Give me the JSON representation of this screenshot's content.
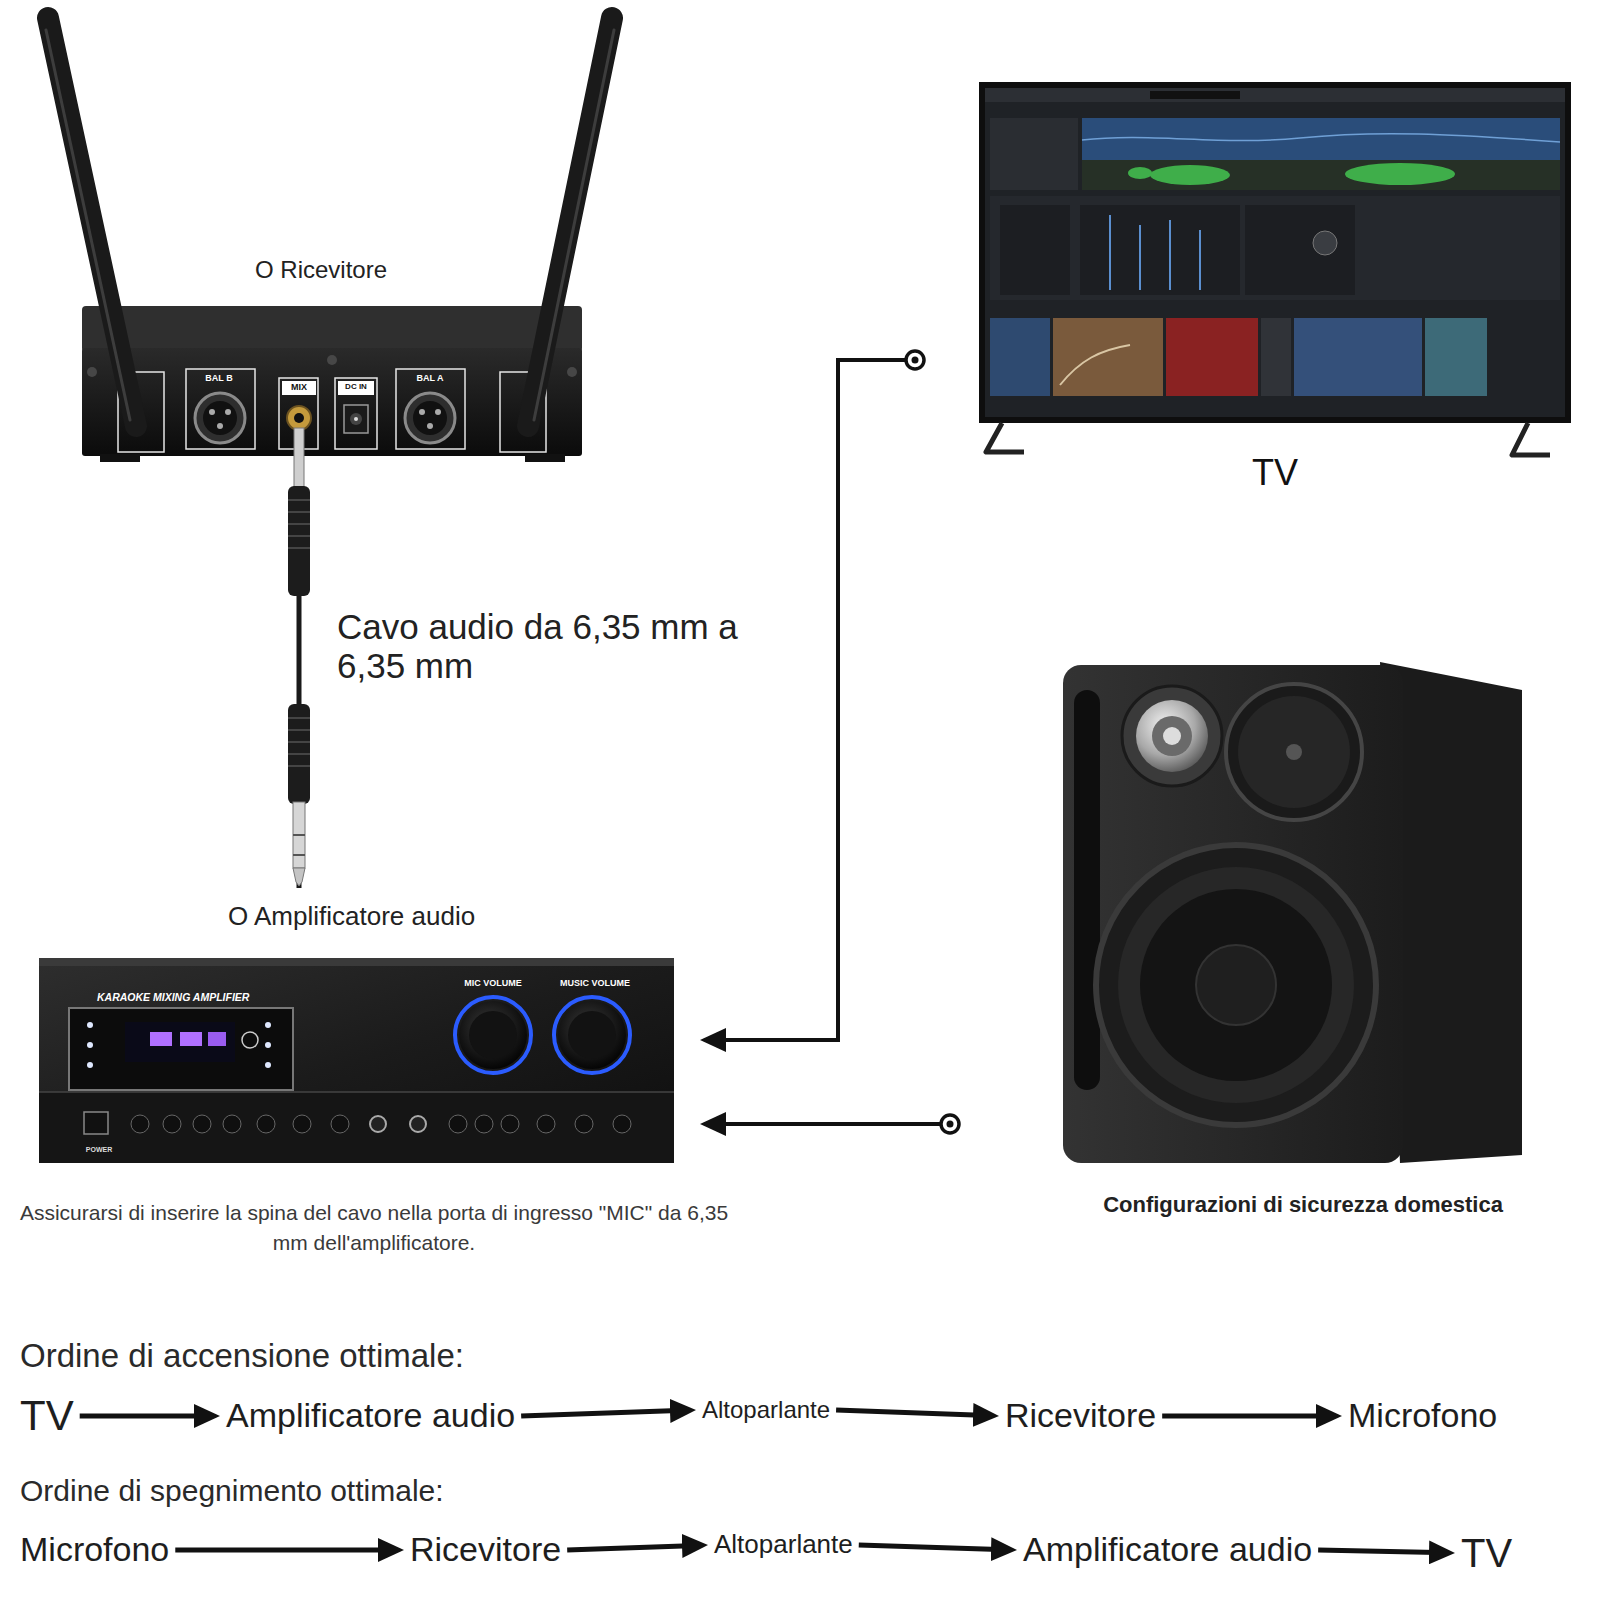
{
  "diagram": {
    "nodes": [
      {
        "text": [
          "O Ricevitore"
        ]
      },
      {
        "text": [
          "TV"
        ]
      },
      {
        "text": [
          "O Amplificatore audio"
        ]
      },
      {
        "text": [
          "Configurazioni di sicurezza domestica"
        ]
      },
      {
        "text": [
          "TV"
        ]
      },
      {
        "text": [
          "Amplificatore audio"
        ]
      },
      {
        "text": [
          "Altoparlante"
        ]
      },
      {
        "text": [
          "Ricevitore"
        ]
      },
      {
        "text": [
          "Microfono"
        ]
      },
      {
        "text": [
          "Microfono"
        ]
      },
      {
        "text": [
          "Ricevitore"
        ]
      },
      {
        "text": [
          "Altoparlante"
        ]
      },
      {
        "text": [
          "Amplificatore audio"
        ]
      },
      {
        "text": [
          "TV"
        ]
      }
    ],
    "edges": [
      {
        "from": 0,
        "to": 2,
        "arrow": "none",
        "label": "Cavo audio da 6,35 mm a 6,35 mm"
      },
      {
        "from": 1,
        "to": 2,
        "arrow": "to"
      },
      {
        "from": 3,
        "to": 2,
        "arrow": "to"
      },
      {
        "from": 4,
        "to": 5,
        "arrow": "to"
      },
      {
        "from": 5,
        "to": 6,
        "arrow": "to"
      },
      {
        "from": 6,
        "to": 7,
        "arrow": "to"
      },
      {
        "from": 7,
        "to": 8,
        "arrow": "to"
      },
      {
        "from": 9,
        "to": 10,
        "arrow": "to"
      },
      {
        "from": 10,
        "to": 11,
        "arrow": "to"
      },
      {
        "from": 11,
        "to": 12,
        "arrow": "to"
      },
      {
        "from": 12,
        "to": 13,
        "arrow": "to"
      }
    ],
    "labels": [
      "BAL B",
      "MIX",
      "DC IN",
      "BAL A",
      "KARAOKE MIXING AMPLIFIER",
      "MIC VOLUME",
      "MUSIC VOLUME",
      "POWER",
      "Assicurarsi di inserire la spina del cavo nella porta di ingresso \"MIC\" da 6,35 mm dell'amplificatore.",
      "Ordine di accensione ottimale:",
      "Ordine di spegnimento ottimale:"
    ]
  }
}
